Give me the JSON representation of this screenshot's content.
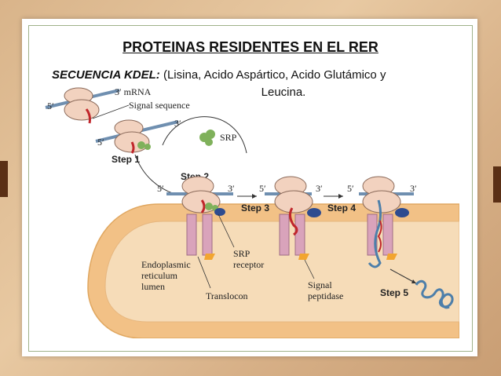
{
  "slide": {
    "title": "PROTEINAS RESIDENTES EN EL RER",
    "subtitle_keyword": "SECUENCIA KDEL:",
    "subtitle_text": "(Lisina, Acido Aspártico, Acido Glutámico y",
    "subtitle_line2": "Leucina."
  },
  "colors": {
    "background": "#d9b48a",
    "card": "#ffffff",
    "tab": "#5a2f15",
    "membrane": "#f2c186",
    "lumen": "#f6dcb8",
    "ribosome": "#f2d2bf",
    "mrna": "#6f8fb0",
    "srp": "#7fb15b",
    "signal": "#c0262b",
    "receptor": "#2e4b8f",
    "peptidase": "#f2a530",
    "translocon": "#d9a3bb",
    "protein": "#4d7faa"
  },
  "diagram": {
    "labels": {
      "mrna": "3′ mRNA",
      "signal_sequence": "Signal sequence",
      "srp": "SRP",
      "step1": "Step 1",
      "step2": "Step 2",
      "step3": "Step 3",
      "step4": "Step 4",
      "step5": "Step 5",
      "srp_receptor_1": "SRP",
      "srp_receptor_2": "receptor",
      "er_lumen_1": "Endoplasmic",
      "er_lumen_2": "reticulum",
      "er_lumen_3": "lumen",
      "translocon": "Translocon",
      "signal_peptidase_1": "Signal",
      "signal_peptidase_2": "peptidase",
      "five_prime": "5′",
      "three_prime": "3′"
    }
  }
}
